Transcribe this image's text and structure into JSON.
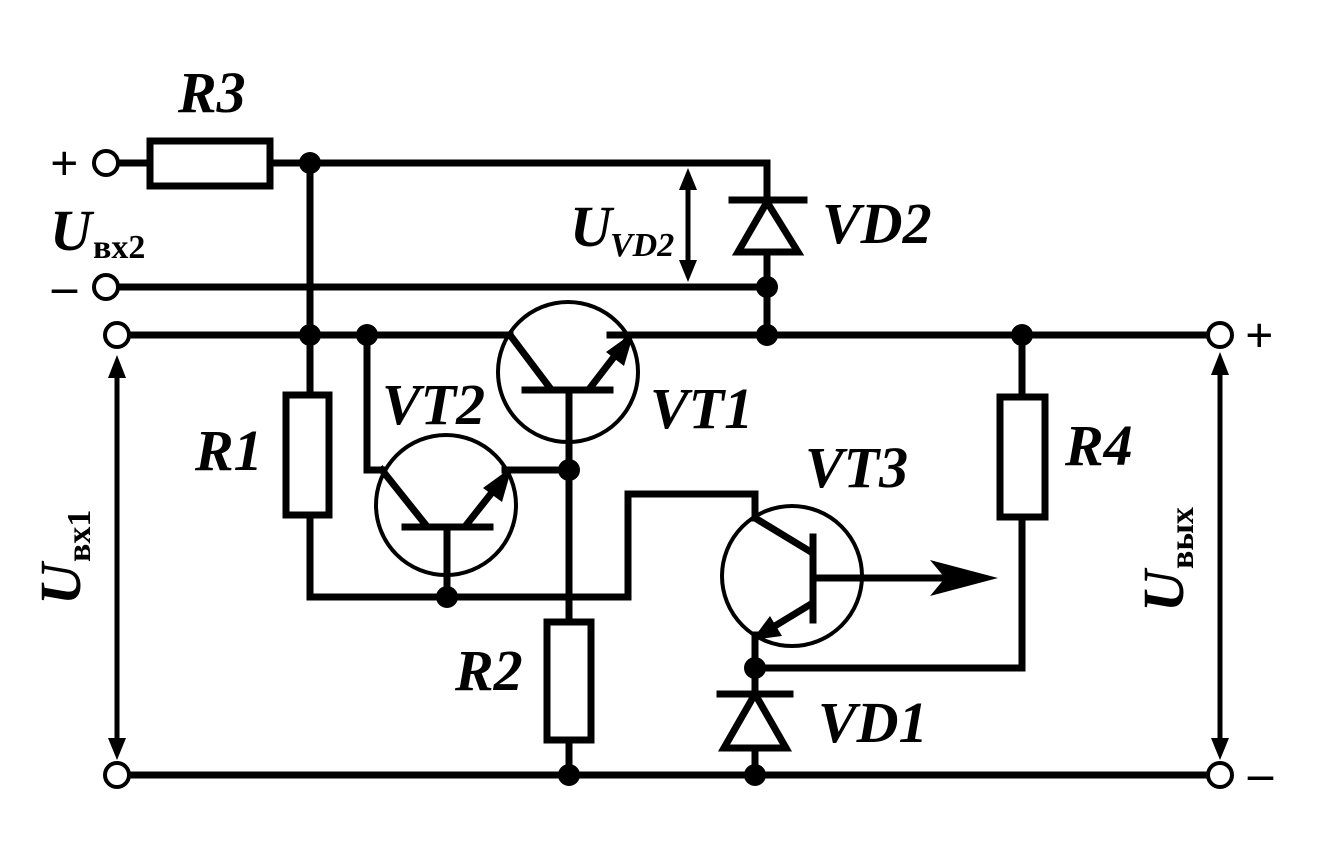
{
  "components": {
    "r1": "R1",
    "r2": "R2",
    "r3": "R3",
    "r4": "R4",
    "vt1": "VT1",
    "vt2": "VT2",
    "vt3": "VT3",
    "vd1": "VD1",
    "vd2": "VD2"
  },
  "terminals": {
    "in2_plus": "+",
    "in2_minus": "–",
    "out_plus": "+",
    "out_minus": "–"
  },
  "voltages": {
    "u_in2": {
      "symbol": "U",
      "subscript": "вх2"
    },
    "u_vd2": {
      "symbol": "U",
      "subscript": "VD2"
    },
    "u_in1": {
      "symbol": "U",
      "subscript": "вх1"
    },
    "u_out": {
      "symbol": "U",
      "subscript": "вых"
    }
  }
}
